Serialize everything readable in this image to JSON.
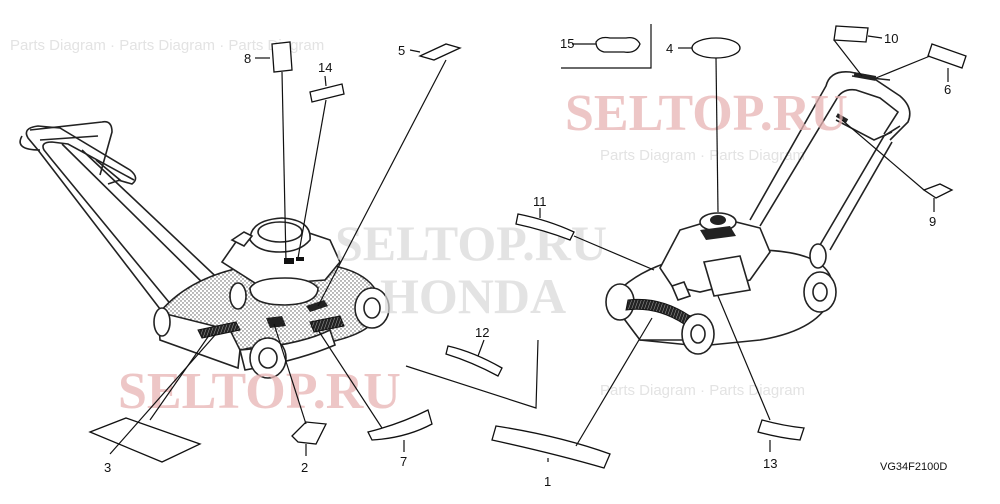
{
  "diagram_code": "VG34F2100D",
  "watermarks": [
    "SELTOP.RU",
    "SELTOP.RU",
    "SELTOP.RU",
    "HONDA"
  ],
  "colors": {
    "watermark": "#e8b4b4",
    "line": "#111111",
    "decal_fill": "#222222"
  },
  "callouts": [
    {
      "id": "1",
      "label": "1"
    },
    {
      "id": "2",
      "label": "2"
    },
    {
      "id": "3",
      "label": "3"
    },
    {
      "id": "4",
      "label": "4"
    },
    {
      "id": "5",
      "label": "5"
    },
    {
      "id": "6",
      "label": "6"
    },
    {
      "id": "7",
      "label": "7"
    },
    {
      "id": "8",
      "label": "8"
    },
    {
      "id": "9",
      "label": "9"
    },
    {
      "id": "10",
      "label": "10"
    },
    {
      "id": "11",
      "label": "11"
    },
    {
      "id": "12",
      "label": "12"
    },
    {
      "id": "13",
      "label": "13"
    },
    {
      "id": "14",
      "label": "14"
    },
    {
      "id": "15",
      "label": "15"
    }
  ]
}
